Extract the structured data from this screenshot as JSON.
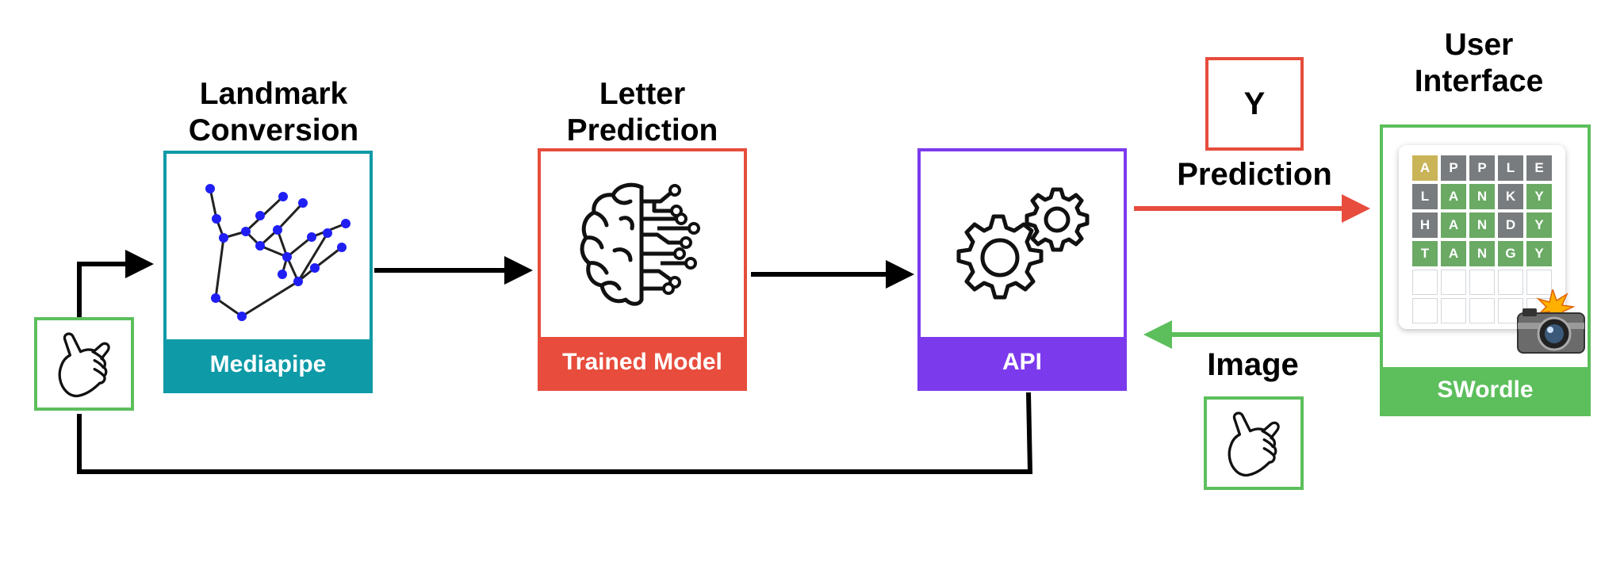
{
  "stages": {
    "landmark": {
      "title_line1": "Landmark",
      "title_line2": "Conversion",
      "footer": "Mediapipe"
    },
    "letter": {
      "title_line1": "Letter",
      "title_line2": "Prediction",
      "footer": "Trained Model"
    },
    "api": {
      "footer": "API"
    },
    "ui": {
      "title_line1": "User",
      "title_line2": "Interface",
      "footer": "SWordle"
    }
  },
  "prediction": {
    "letter": "Y",
    "label": "Prediction"
  },
  "image": {
    "label": "Image"
  },
  "wordle": {
    "rows": [
      [
        {
          "l": "A",
          "s": "yellow"
        },
        {
          "l": "P",
          "s": "gray"
        },
        {
          "l": "P",
          "s": "gray"
        },
        {
          "l": "L",
          "s": "gray"
        },
        {
          "l": "E",
          "s": "gray"
        }
      ],
      [
        {
          "l": "L",
          "s": "gray"
        },
        {
          "l": "A",
          "s": "green"
        },
        {
          "l": "N",
          "s": "green"
        },
        {
          "l": "K",
          "s": "gray"
        },
        {
          "l": "Y",
          "s": "green"
        }
      ],
      [
        {
          "l": "H",
          "s": "gray"
        },
        {
          "l": "A",
          "s": "green"
        },
        {
          "l": "N",
          "s": "green"
        },
        {
          "l": "D",
          "s": "gray"
        },
        {
          "l": "Y",
          "s": "green"
        }
      ],
      [
        {
          "l": "T",
          "s": "green"
        },
        {
          "l": "A",
          "s": "green"
        },
        {
          "l": "N",
          "s": "green"
        },
        {
          "l": "G",
          "s": "green"
        },
        {
          "l": "Y",
          "s": "green"
        }
      ],
      [
        {
          "l": "",
          "s": "empty"
        },
        {
          "l": "",
          "s": "empty"
        },
        {
          "l": "",
          "s": "empty"
        },
        {
          "l": "",
          "s": "empty"
        },
        {
          "l": "",
          "s": "empty"
        }
      ],
      [
        {
          "l": "",
          "s": "empty"
        },
        {
          "l": "",
          "s": "empty"
        },
        {
          "l": "",
          "s": "empty"
        },
        {
          "l": "",
          "s": "empty"
        },
        {
          "l": "",
          "s": "empty"
        }
      ]
    ]
  },
  "colors": {
    "mediapipe": "#0e9aa7",
    "trained_model": "#e74c3c",
    "api": "#7c3aed",
    "swordle": "#5cbf5c",
    "landmark_point": "#1f1ff5",
    "arrow_black": "#000000",
    "arrow_red": "#e74c3c",
    "arrow_green": "#5cbf5c"
  },
  "icons": {
    "input_hand": "call-me-hand-icon",
    "image_hand": "call-me-hand-icon",
    "landmarks": "hand-landmark-skeleton-icon",
    "brain": "circuit-brain-icon",
    "gears": "gears-icon",
    "camera": "camera-flash-icon"
  }
}
